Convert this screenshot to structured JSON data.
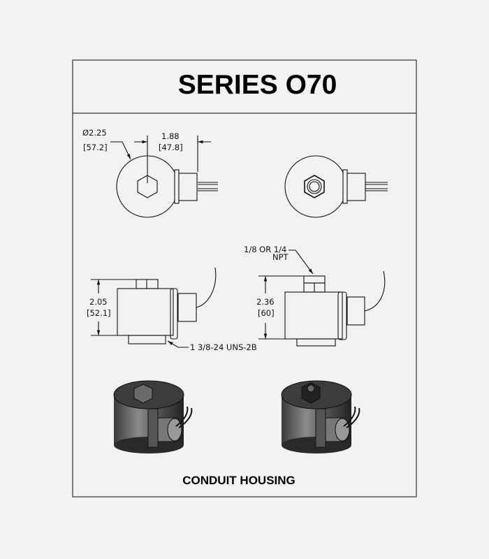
{
  "title": "SERIES O70",
  "caption": "CONDUIT HOUSING",
  "dimensions": {
    "diameter_in": "Ø2.25",
    "diameter_mm": "[57.2]",
    "width_in": "1.88",
    "width_mm": "[47.8]",
    "height_left_in": "2.05",
    "height_left_mm": "[52.1]",
    "height_right_in": "2.36",
    "height_right_mm": "[60]",
    "thread": "1 3/8-24 UNS-2B",
    "port_line1": "1/8 OR 1/4",
    "port_line2": "NPT"
  }
}
